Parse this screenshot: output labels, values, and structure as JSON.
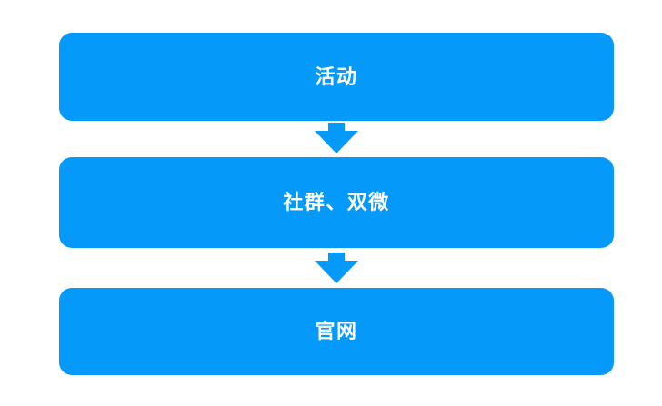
{
  "diagram": {
    "type": "vertical-flowchart",
    "background_color": "#FFFFFF",
    "node_fill_color": "#0599FA",
    "node_text_color": "#FFFFFF",
    "arrow_color": "#0599FA",
    "nodes": [
      {
        "id": "activity",
        "label": "活动"
      },
      {
        "id": "community-weibo-wechat",
        "label": "社群、双微"
      },
      {
        "id": "official-website",
        "label": "官网"
      }
    ],
    "connectors": [
      {
        "from": "activity",
        "to": "community-weibo-wechat",
        "shape": "down-block-arrow"
      },
      {
        "from": "community-weibo-wechat",
        "to": "official-website",
        "shape": "down-block-arrow"
      }
    ]
  }
}
